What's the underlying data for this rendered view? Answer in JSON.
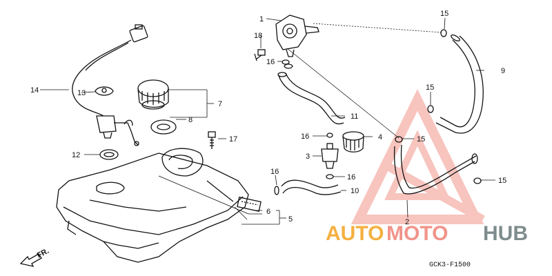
{
  "callouts": {
    "c1": "1",
    "c2": "2",
    "c3": "3",
    "c4": "4",
    "c5": "5",
    "c6": "6",
    "c7": "7",
    "c8": "8",
    "c9": "9",
    "c10": "10",
    "c11": "11",
    "c12": "12",
    "c13": "13",
    "c14": "14",
    "c15a": "15",
    "c15b": "15",
    "c15c": "15",
    "c15d": "15",
    "c16a": "16",
    "c16b": "16",
    "c16c": "16",
    "c16d": "16",
    "c17": "17",
    "c18": "18"
  },
  "front_marker": "FR.",
  "drawing_code": "GCK3-F1500",
  "watermark": {
    "auto": "AUTO",
    "moto": "MOTO",
    "hub": "HUB",
    "color_orange": "#f5b041",
    "color_red": "#f1948a",
    "color_gray": "#7f8c8d"
  },
  "colors": {
    "line": "#111111"
  }
}
